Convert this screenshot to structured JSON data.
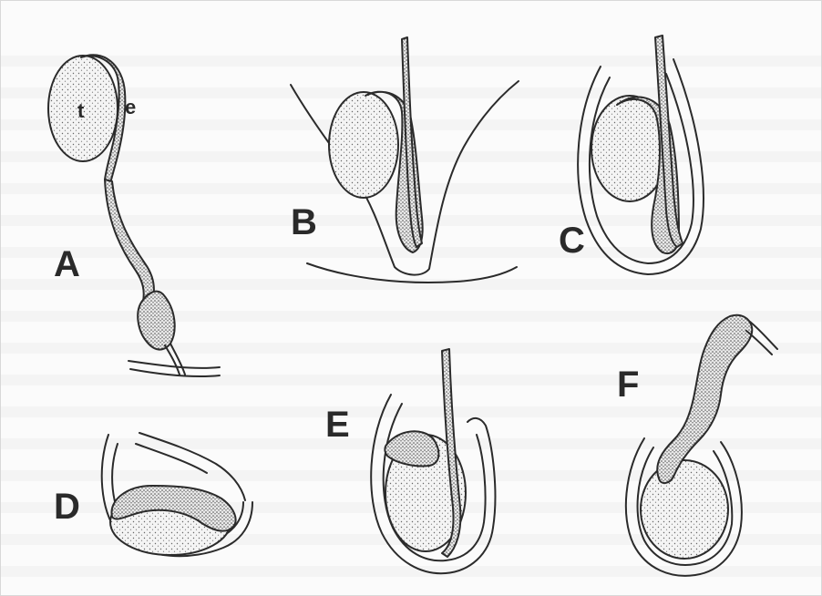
{
  "figure": {
    "panels": [
      {
        "id": "A",
        "letter": "A"
      },
      {
        "id": "B",
        "letter": "B"
      },
      {
        "id": "C",
        "letter": "C"
      },
      {
        "id": "D",
        "letter": "D"
      },
      {
        "id": "E",
        "letter": "E"
      },
      {
        "id": "F",
        "letter": "F"
      }
    ],
    "part_labels": {
      "testis": "t",
      "epididymis": "e"
    }
  }
}
